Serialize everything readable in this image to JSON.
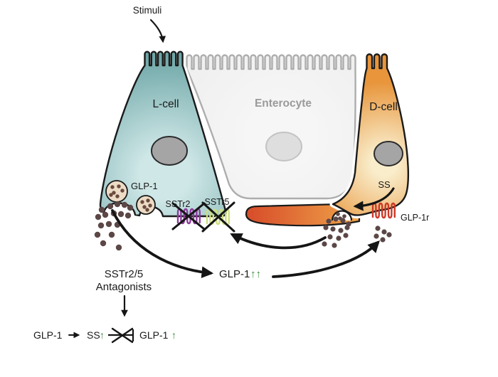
{
  "figure": {
    "stimuli_label": "Stimuli",
    "cells": {
      "l_cell": {
        "label": "L-cell",
        "granule_label": "GLP-1",
        "receptors": [
          {
            "label": "SSTr2"
          },
          {
            "label": "SSTr5"
          }
        ]
      },
      "enterocyte": {
        "label": "Enterocyte"
      },
      "d_cell": {
        "label": "D-cell",
        "hormone_label": "SS",
        "receptor_label": "GLP-1r"
      }
    },
    "annotations": {
      "glp1_increase_text": "GLP-1",
      "glp1_increase_arrows": "↑↑",
      "antagonist_line1": "SSTr2/5",
      "antagonist_line2": "Antagonists"
    },
    "equation": {
      "glp1": "GLP-1",
      "ss": "SS",
      "ss_up": "↑",
      "glp1_out": "GLP-1",
      "glp1_out_up": "↑"
    }
  },
  "colors": {
    "ink": "#1a1a1a",
    "teal_mid": "#cfe7e7",
    "teal_edge": "#69a3a4",
    "orange_mid": "#f9edcb",
    "orange_edge": "#e8953b",
    "proj_red": "#d8502b",
    "proj_orange": "#efa449",
    "entero_fill": "#ececec",
    "entero_light": "#f6f6f6",
    "entero_stroke": "#adadad",
    "entero_text": "#9a9a9a",
    "nucleus": "#a5a5a5",
    "entero_nucleus": "#dedede",
    "dot": "#5c4747",
    "granule_fill": "#ecdbc5",
    "granule_dot": "#6b4a3e",
    "sstr2": "#8e3a9e",
    "sstr5": "#cdde7d",
    "glp1r": "#cc3826",
    "green": "#3a8c3a"
  }
}
